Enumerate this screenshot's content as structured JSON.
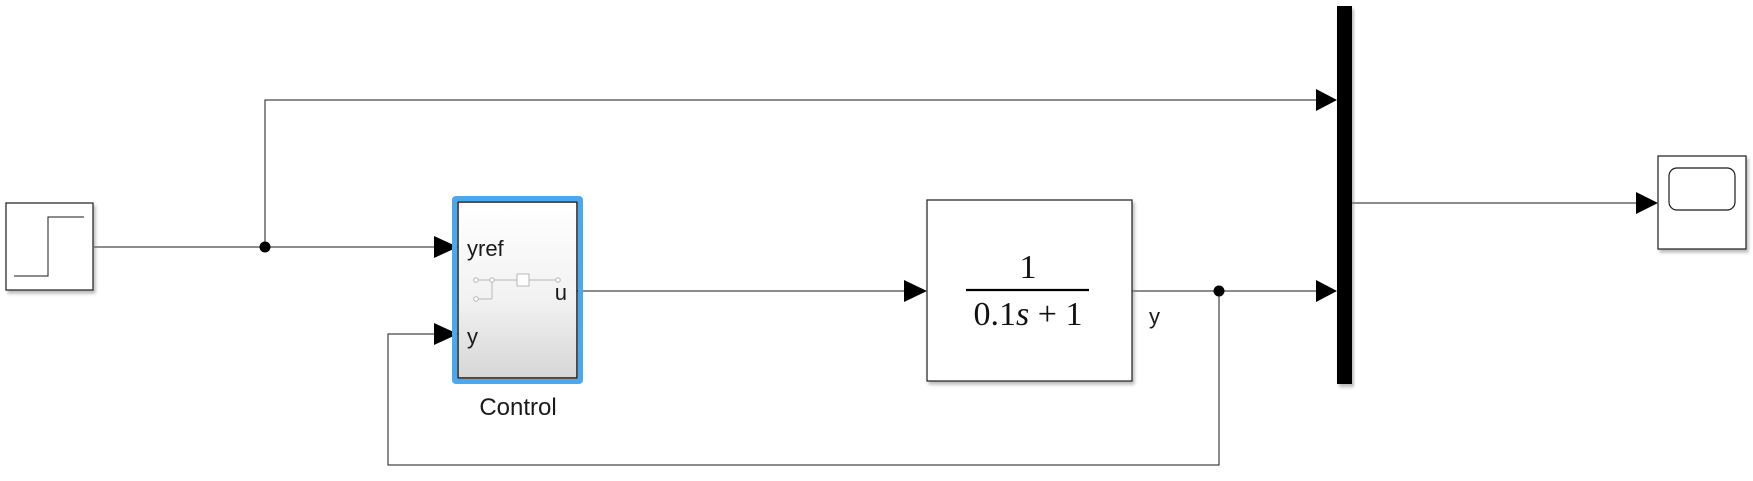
{
  "blocks": {
    "step": {
      "icon": "step-icon"
    },
    "control": {
      "name": "Control",
      "ports": {
        "in1": "yref",
        "in2": "y",
        "out": "u"
      },
      "selected": true,
      "selection_color": "#4aa8f0"
    },
    "transfer_fcn": {
      "numerator": "1",
      "denominator": {
        "coef": "0.1",
        "var": "s",
        "rest": " + 1"
      }
    },
    "mux": {
      "icon": "mux-bar-icon"
    },
    "scope": {
      "icon": "scope-icon"
    }
  },
  "signals": {
    "plant_output_label": "y"
  },
  "colors": {
    "line": "#1a1a1a",
    "block_border": "#1a1a1a",
    "block_shadow": "#9a9a9a"
  }
}
